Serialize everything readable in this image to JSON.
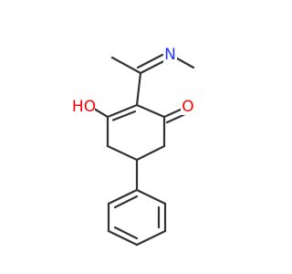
{
  "molecule": {
    "atoms": {
      "N": {
        "label": "N",
        "color": "#2233ff"
      },
      "O_keto": {
        "label": "O",
        "color": "#ff0000"
      },
      "OH": {
        "label": "HO",
        "color": "#ff0000"
      }
    },
    "bond_color": "#333333",
    "background": "#ffffff"
  }
}
